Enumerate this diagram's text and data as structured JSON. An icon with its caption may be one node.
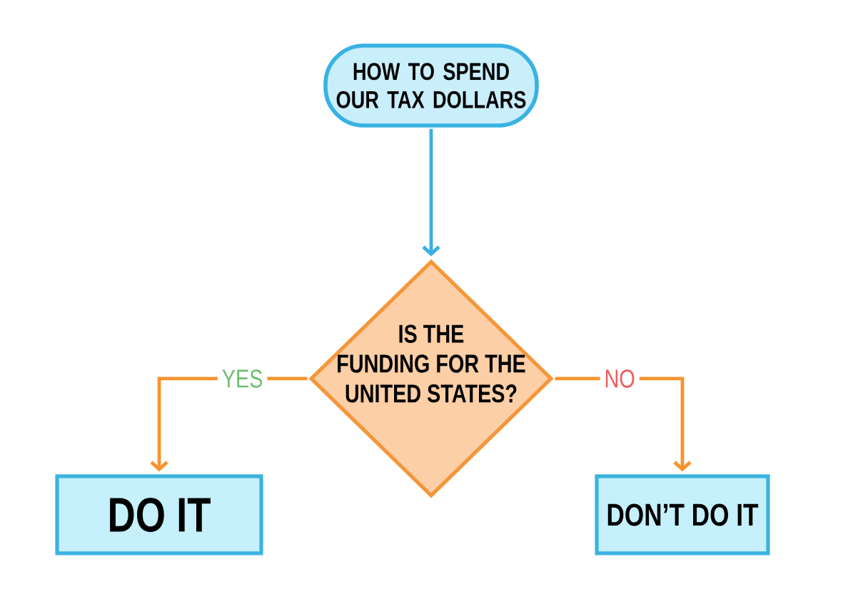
{
  "diagram": {
    "nodes": [
      {
        "text": [
          "HOW TO SPEND OUR TAX DOLLARS"
        ]
      },
      {
        "text": [
          "IS THE FUNDING FOR THE UNITED STATES?"
        ]
      },
      {
        "text": [
          "DO IT"
        ]
      },
      {
        "text": [
          "DON’T DO IT"
        ]
      }
    ],
    "edges": [
      {
        "from": 0,
        "to": 1,
        "arrow": "to",
        "color": "#3ab0e2"
      },
      {
        "from": 1,
        "to": 2,
        "arrow": "to",
        "label": "YES"
      },
      {
        "from": 1,
        "to": 3,
        "arrow": "to",
        "label": "NO"
      }
    ]
  }
}
